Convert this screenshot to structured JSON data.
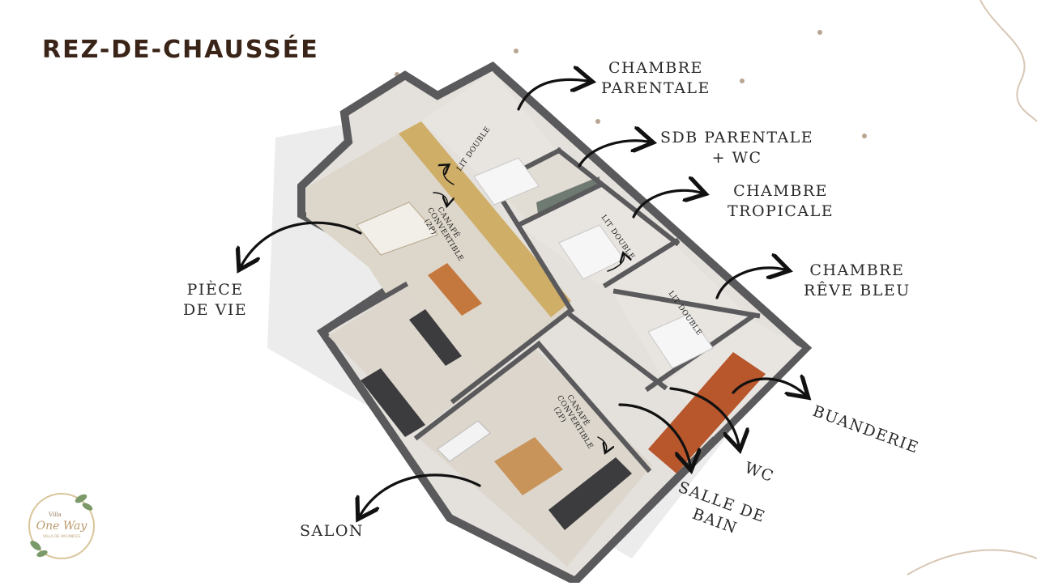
{
  "title": "REZ-DE-CHAUSSÉE",
  "rooms": {
    "chambre_parentale": [
      "CHAMBRE",
      "PARENTALE"
    ],
    "sdb_parentale": [
      "SDB PARENTALE",
      "+ WC"
    ],
    "chambre_tropicale": [
      "CHAMBRE",
      "TROPICALE"
    ],
    "chambre_reve_bleu": [
      "CHAMBRE",
      "RÊVE BLEU"
    ],
    "piece_de_vie": [
      "PIÈCE",
      "DE VIE"
    ],
    "buanderie": "BUANDERIE",
    "wc": "WC",
    "salle_de_bain": [
      "SALLE DE",
      "BAIN"
    ],
    "salon": "SALON"
  },
  "plan_labels": {
    "lit_double": "LIT DOUBLE",
    "canape": [
      "CANAPÉ",
      "CONVERTIBLE",
      "(2P)"
    ]
  },
  "logo": {
    "line1": "Villa",
    "line2": "One Way",
    "line3": "VILLA DE VACANCES"
  },
  "colors": {
    "title": "#3a2418",
    "wall": "#5a5a5c",
    "floor": "#d9d3c8",
    "accent_wood": "#c7a25a",
    "sofa_orange": "#b8562c",
    "sofa_dark": "#3c3c3e",
    "arrow": "#111111"
  }
}
